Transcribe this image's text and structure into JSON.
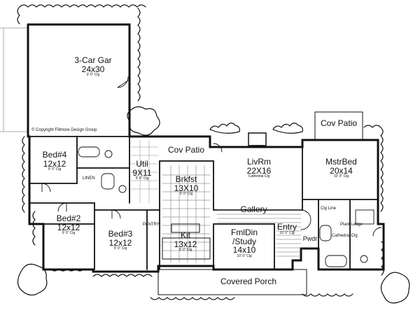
{
  "copyright": "© Copyright Fillmore Design Group",
  "rooms": {
    "garage": {
      "name": "3-Car Gar",
      "size": "24x30",
      "height": "9' 0\" Clg"
    },
    "bed4": {
      "name": "Bed#4",
      "size": "12x12",
      "height": "9' 0\" Clg"
    },
    "util": {
      "name": "Util",
      "size": "9X11",
      "height": "9' 0\" Clg"
    },
    "brkfst": {
      "name": "Brkfst",
      "size": "13X10",
      "height": "9' 0\" Clg"
    },
    "livrm": {
      "name": "LivRm",
      "size": "22X16",
      "height": "Cathedral Clg"
    },
    "mstrbed": {
      "name": "MstrBed",
      "size": "20x14",
      "height": "10' 0\" Clg"
    },
    "bed2": {
      "name": "Bed#2",
      "size": "12x12",
      "height": "9' 0\" Clg"
    },
    "bed3": {
      "name": "Bed#3",
      "size": "12x12",
      "height": "9' 0\" Clg"
    },
    "kit": {
      "name": "Kit",
      "size": "13x12",
      "height": "9' 0\" Clg"
    },
    "fmldin": {
      "name": "FmlDin",
      "name2": "/Study",
      "size": "14x10",
      "height": "10' 0\" Clg"
    },
    "covpatio1": {
      "name": "Cov Patio"
    },
    "covpatio2": {
      "name": "Cov Patio"
    },
    "gallery": {
      "name": "Gallery"
    },
    "entry": {
      "name": "Entry",
      "height": "10' 0\" Clg"
    },
    "covporch": {
      "name": "Covered Porch"
    },
    "pwdr": {
      "name": "Pwdr"
    }
  },
  "small_labels": {
    "linen": "LINEN",
    "pantry": "PANTRY",
    "clg_line": "Clg Line",
    "cathedral_clg": "Cathedral Clg",
    "plant_ledge": "Plant Ledge"
  }
}
